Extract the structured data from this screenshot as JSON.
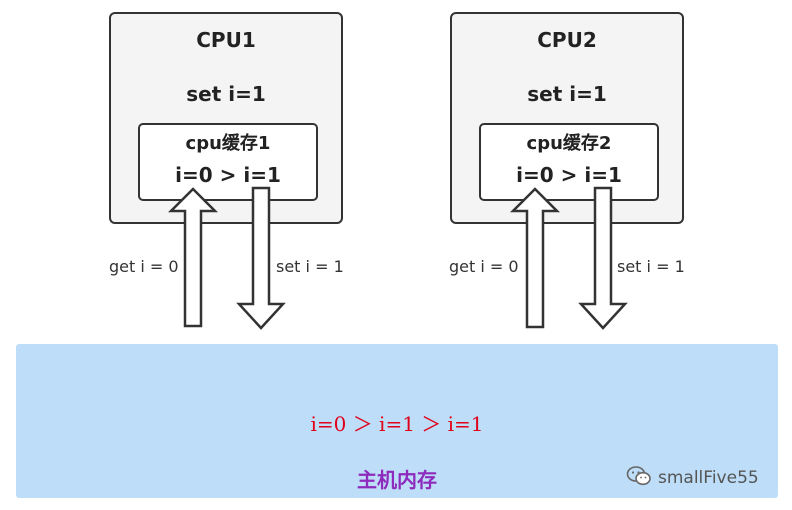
{
  "cpus": [
    {
      "title": "CPU1",
      "set_text": "set i=1",
      "cache_title": "cpu缓存1",
      "cache_value": "i=0 > i=1",
      "get_label": "get i = 0",
      "set_label": "set i = 1"
    },
    {
      "title": "CPU2",
      "set_text": "set i=1",
      "cache_title": "cpu缓存2",
      "cache_value": "i=0 > i=1",
      "get_label": "get i = 0",
      "set_label": "set i = 1"
    }
  ],
  "memory": {
    "values": "i=0 ＞ i=1 ＞ i=1",
    "title": "主机内存",
    "color_values": "#e0001a",
    "color_title": "#8e2bbd",
    "background": "#bdddf8"
  },
  "watermark": {
    "text": "smallFive55",
    "icon": "wechat-icon"
  }
}
